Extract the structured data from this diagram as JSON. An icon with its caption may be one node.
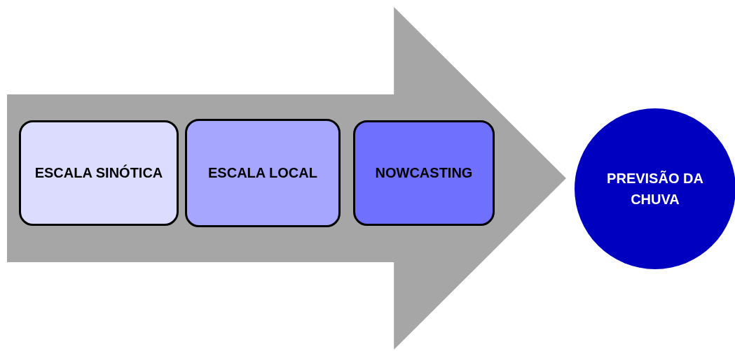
{
  "diagram": {
    "nodes": [
      {
        "text": [],
        "shape": "arrow"
      },
      {
        "text": [
          "ESCALA SINÓTICA"
        ],
        "in": 0
      },
      {
        "text": [
          "ESCALA LOCAL"
        ],
        "in": 0
      },
      {
        "text": [
          "NOWCASTING"
        ],
        "in": 0
      },
      {
        "text": [
          "PREVISÃO DA CHUVA"
        ]
      }
    ]
  }
}
